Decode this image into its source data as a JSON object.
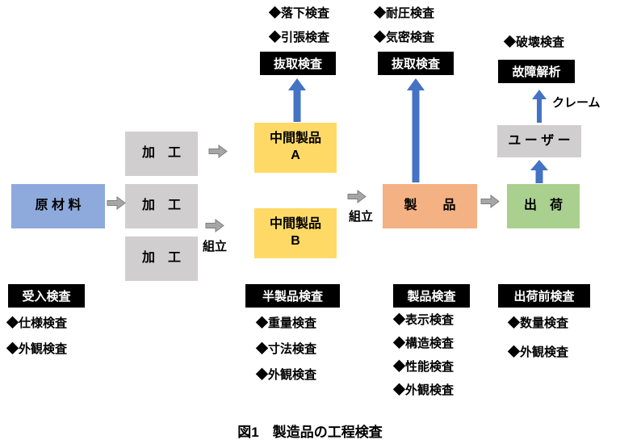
{
  "title": "図1　製造品の工程検査",
  "colors": {
    "raw_material": "#8EA9DB",
    "process": "#D0CECE",
    "intermediate": "#FFD966",
    "product": "#F4B183",
    "shipping": "#A9D08E",
    "user": "#D0CECE",
    "flow_arrow": "#A6A6A6",
    "inspection_arrow": "#4472C4",
    "label_bg": "#000000",
    "label_fg": "#FFFFFF"
  },
  "nodes": {
    "raw_material": "原 材 料",
    "process_top": "加　工",
    "process_mid": "加　工",
    "process_bottom": "加　工",
    "intermediate_a": {
      "line1": "中間製品",
      "line2": "A"
    },
    "intermediate_b": {
      "line1": "中間製品",
      "line2": "B"
    },
    "product": "製　　品",
    "shipping": "出　荷",
    "user": "ユ ー ザ ー"
  },
  "inspections": {
    "sampling_a": "抜取検査",
    "sampling_product": "抜取検査",
    "failure_analysis": "故障解析",
    "acceptance": "受入検査",
    "semi_finished": "半製品検査",
    "product": "製品検査",
    "pre_shipment": "出荷前検査"
  },
  "checks": {
    "sampling_a": [
      "◆落下検査",
      "◆引張検査"
    ],
    "sampling_product": [
      "◆耐圧検査",
      "◆気密検査"
    ],
    "failure_analysis": [
      "◆破壊検査"
    ],
    "acceptance": [
      "◆仕様検査",
      "◆外観検査"
    ],
    "semi_finished": [
      "◆重量検査",
      "◆寸法検査",
      "◆外観検査"
    ],
    "product": [
      "◆表示検査",
      "◆構造検査",
      "◆性能検査",
      "◆外観検査"
    ],
    "pre_shipment": [
      "◆数量検査",
      "◆外観検査"
    ]
  },
  "edge_labels": {
    "assembly_b": "組立",
    "assembly_product": "組立",
    "claim": "クレーム"
  }
}
